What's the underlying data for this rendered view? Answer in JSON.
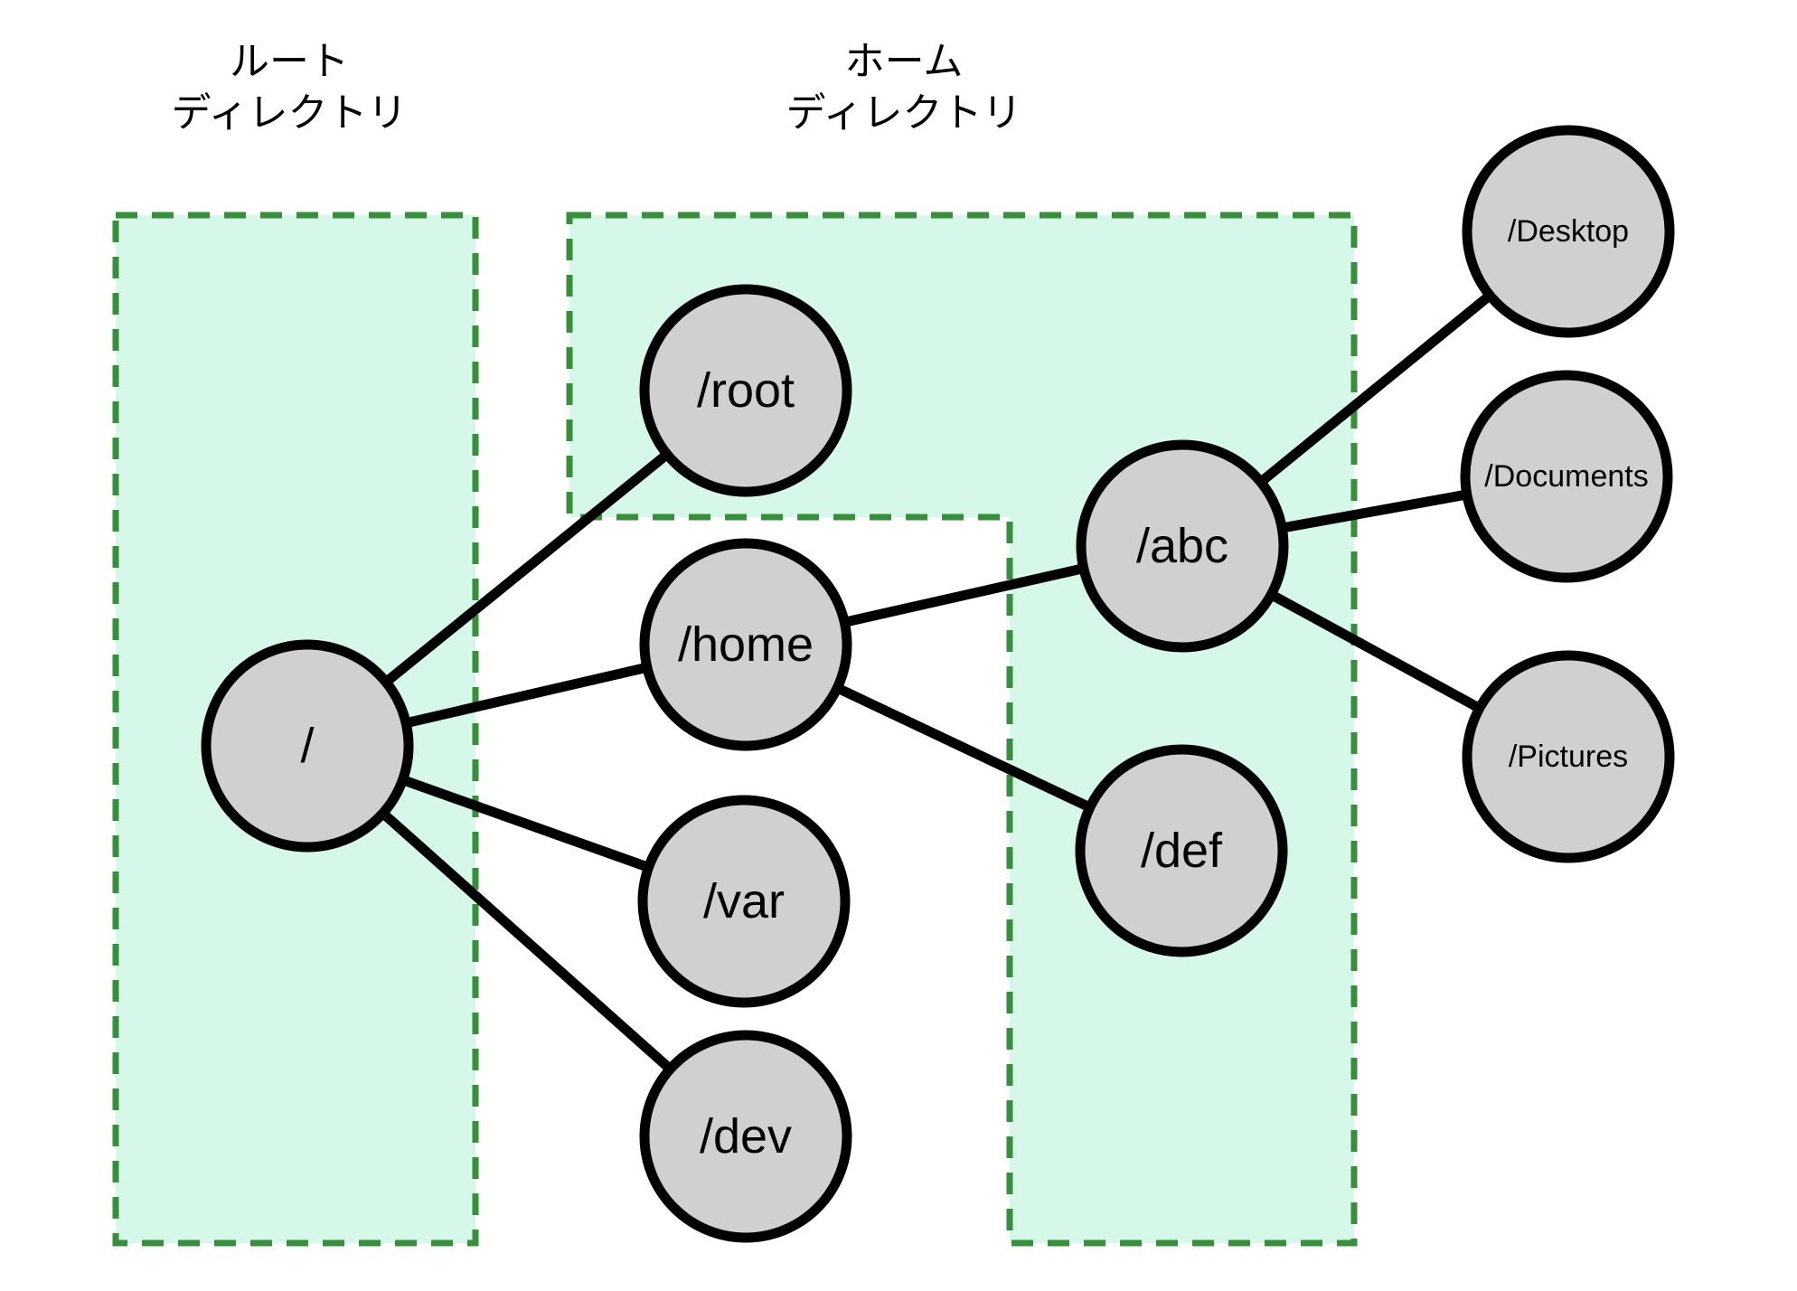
{
  "diagram": {
    "type": "filesystem-tree",
    "region_labels": {
      "root": {
        "line1": "ルート",
        "line2": "ディレクトリ"
      },
      "home": {
        "line1": "ホーム",
        "line2": "ディレクトリ"
      }
    },
    "nodes": [
      {
        "id": "slash",
        "label": "/"
      },
      {
        "id": "root",
        "label": "/root"
      },
      {
        "id": "home",
        "label": "/home"
      },
      {
        "id": "var",
        "label": "/var"
      },
      {
        "id": "dev",
        "label": "/dev"
      },
      {
        "id": "abc",
        "label": "/abc"
      },
      {
        "id": "def",
        "label": "/def"
      },
      {
        "id": "desktop",
        "label": "/Desktop"
      },
      {
        "id": "documents",
        "label": "/Documents"
      },
      {
        "id": "pictures",
        "label": "/Pictures"
      }
    ],
    "edges": [
      {
        "from": "/",
        "to": "/root"
      },
      {
        "from": "/",
        "to": "/home"
      },
      {
        "from": "/",
        "to": "/var"
      },
      {
        "from": "/",
        "to": "/dev"
      },
      {
        "from": "/home",
        "to": "/abc"
      },
      {
        "from": "/home",
        "to": "/def"
      },
      {
        "from": "/abc",
        "to": "/Desktop"
      },
      {
        "from": "/abc",
        "to": "/Documents"
      },
      {
        "from": "/abc",
        "to": "/Pictures"
      }
    ],
    "colors": {
      "region_fill": "#d6f8e8",
      "region_border": "#388e3c",
      "node_fill": "#d0d0d0",
      "node_border": "#000000",
      "edge": "#000000",
      "text": "#000000"
    }
  }
}
